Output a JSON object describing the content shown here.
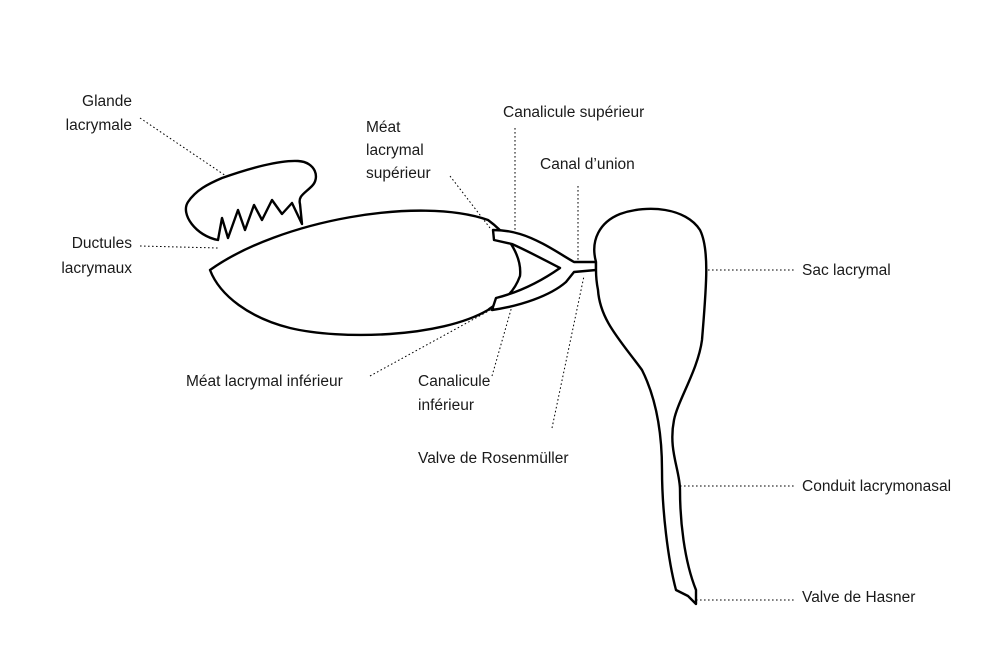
{
  "labels": {
    "glande_line1": "Glande",
    "glande_line2": "lacrymale",
    "ductules_line1": "Ductules",
    "ductules_line2": "lacrymaux",
    "meat_sup_line1": "Méat",
    "meat_sup_line2": "lacrymal",
    "meat_sup_line3": "supérieur",
    "canalicule_sup": "Canalicule supérieur",
    "canal_union": "Canal d’union",
    "sac_lacrymal": "Sac lacrymal",
    "meat_inf": "Méat lacrymal inférieur",
    "canalicule_inf_line1": "Canalicule",
    "canalicule_inf_line2": "inférieur",
    "valve_rosenmuller": "Valve de Rosenmüller",
    "conduit_lacrymonasal": "Conduit lacrymonasal",
    "valve_hasner": "Valve de Hasner"
  },
  "colors": {
    "outline": "#000000",
    "text": "#1a1a1a",
    "background": "#ffffff"
  }
}
